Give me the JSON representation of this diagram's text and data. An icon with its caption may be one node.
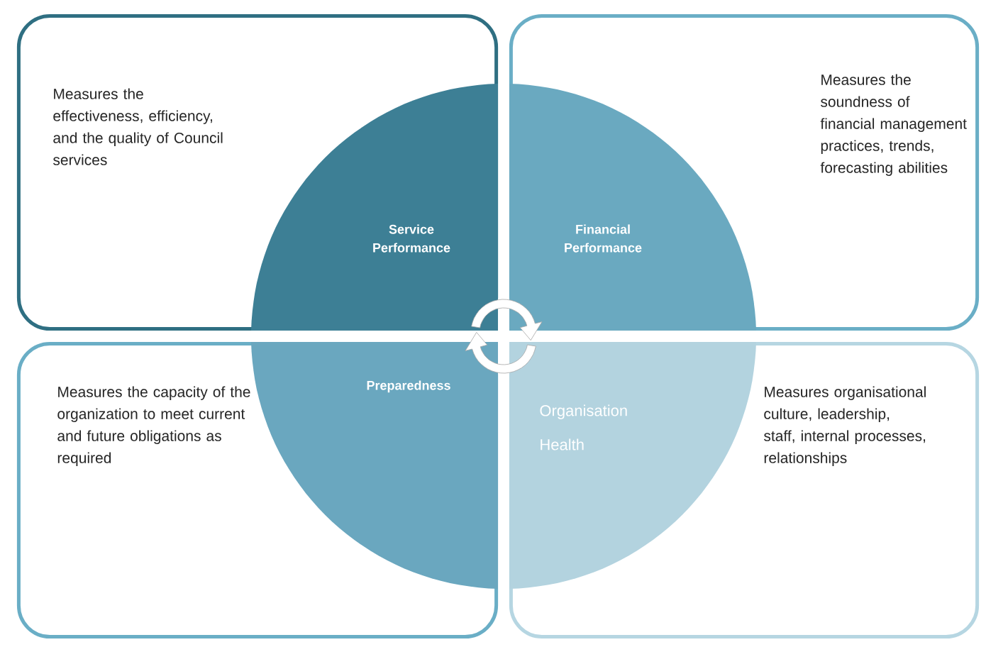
{
  "diagram": {
    "nodes": [
      {
        "text": [
          "Measures the effectiveness, efficiency, and the quality of Council services"
        ]
      },
      {
        "text": [
          "Service Performance"
        ],
        "in": 0
      },
      {
        "text": [
          "Measures the soundness of financial management practices, trends, forecasting abilities"
        ]
      },
      {
        "text": [
          "Financial Performance"
        ],
        "in": 2
      },
      {
        "text": [
          "Measures the capacity of the organization to meet current and future obligations as required"
        ]
      },
      {
        "text": [
          "Preparedness"
        ],
        "in": 4
      },
      {
        "text": [
          "Measures organisational culture, leadership, staff, internal processes, relationships"
        ]
      },
      {
        "text": [
          "Organisation Health"
        ],
        "in": 6
      }
    ]
  }
}
